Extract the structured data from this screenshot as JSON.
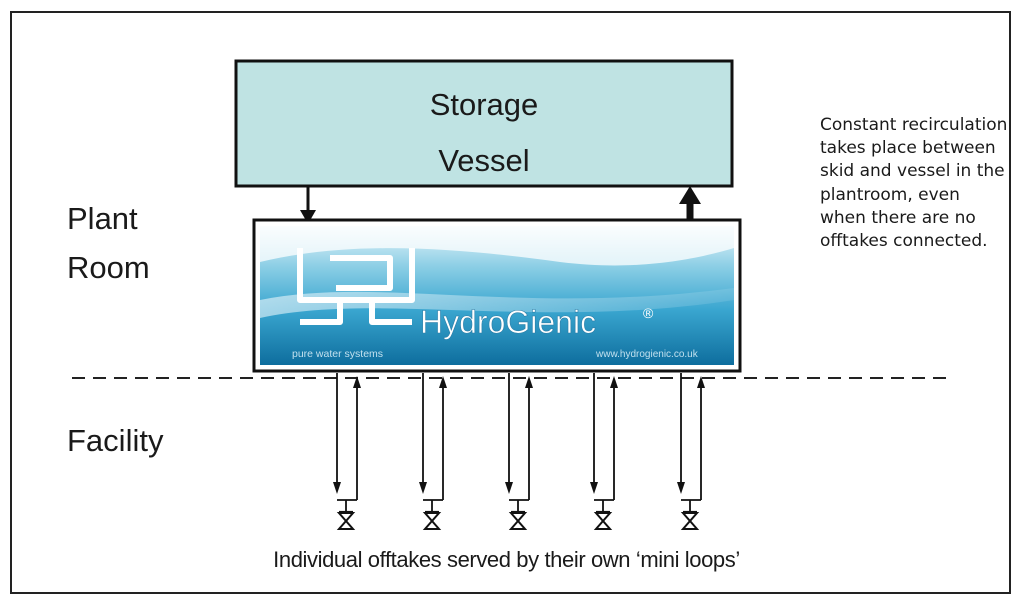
{
  "colors": {
    "vessel_fill": "#bfe3e3",
    "outline": "#111111",
    "banner_top": "#eaf6fb",
    "banner_mid": "#55b6d8",
    "banner_bottom": "#0d6f9f",
    "dash": "#222222"
  },
  "vessel": {
    "line1": "Storage",
    "line2": "Vessel"
  },
  "zones": {
    "plant_line1": "Plant",
    "plant_line2": "Room",
    "facility": "Facility"
  },
  "note": "Constant recirculation takes place between skid and vessel in the plantroom, even when there are no offtakes connected.",
  "skid": {
    "brand": "HydroGienic",
    "reg_mark": "®",
    "tagline": "pure water systems",
    "url": "www.hydrogienic.co.uk",
    "logo": "hydrogienic-logo-icon"
  },
  "offtakes": {
    "count": 5,
    "valve_icon": "valve-icon"
  },
  "caption": "Individual offtakes served by their own ‘mini loops’"
}
